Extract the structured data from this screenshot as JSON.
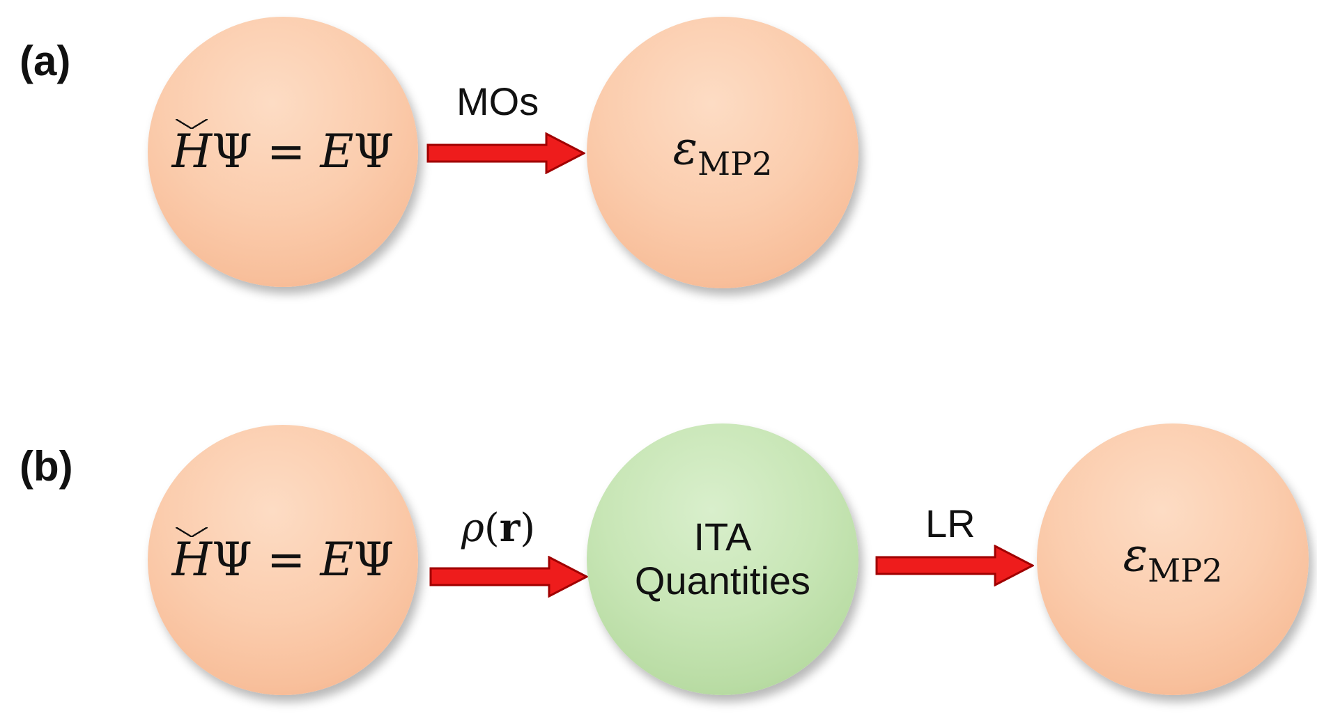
{
  "panels": {
    "a": {
      "label": "(a)",
      "node1": {
        "lhs_op": "H",
        "lhs_psi": "Ψ",
        "eq": "=",
        "rhs_e": "E",
        "rhs_psi": "Ψ"
      },
      "arrow1_label": "MOs",
      "node2": {
        "symbol": "ε",
        "subscript": "MP2"
      }
    },
    "b": {
      "label": "(b)",
      "node1": {
        "lhs_op": "H",
        "lhs_psi": "Ψ",
        "eq": "=",
        "rhs_e": "E",
        "rhs_psi": "Ψ"
      },
      "arrow1_label": {
        "rho": "ρ",
        "open": "(",
        "r": "r",
        "close": ")"
      },
      "node2": {
        "line1": "ITA",
        "line2": "Quantities"
      },
      "arrow2_label": "LR",
      "node3": {
        "symbol": "ε",
        "subscript": "MP2"
      }
    }
  },
  "colors": {
    "peach_node": "#fbcdae",
    "green_node": "#c8e6b6",
    "arrow_fill": "#ee1c1c",
    "arrow_stroke": "#a00000"
  }
}
